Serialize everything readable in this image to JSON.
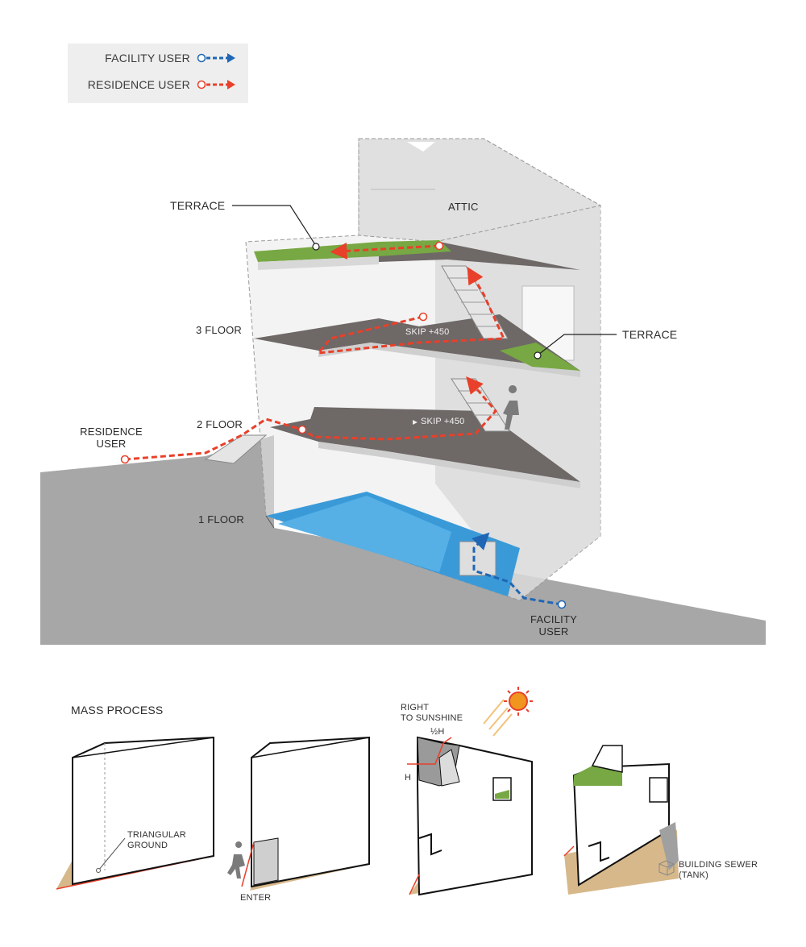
{
  "legend": {
    "facility_label": "FACILITY USER",
    "residence_label": "RESIDENCE USER",
    "facility_color": "#1f66b5",
    "residence_color": "#e8402a"
  },
  "section": {
    "terrace_top": "TERRACE",
    "attic": "ATTIC",
    "floor3": "3 FLOOR",
    "skip_upper": "SKIP +450",
    "terrace_side": "TERRACE",
    "floor2": "2 FLOOR",
    "skip_lower": "SKIP +450",
    "residence_user": "RESIDENCE\nUSER",
    "floor1": "1 FLOOR",
    "facility_user": "FACILITY\nUSER"
  },
  "mass_process": {
    "title": "MASS PROCESS",
    "triangular_ground": "TRIANGULAR\nGROUND",
    "enter": "ENTER",
    "right_to_sunshine": "RIGHT\nTO SUNSHINE",
    "half_h": "½H",
    "h": "H",
    "building_sewer": "BUILDING SEWER\n(TANK)"
  },
  "colors": {
    "ground": "#a7a7a7",
    "slab": "#6e6867",
    "green_roof": "#77a843",
    "water": "#3fa0dc",
    "earth": "#d7b88a",
    "sun": "#f0951e"
  }
}
